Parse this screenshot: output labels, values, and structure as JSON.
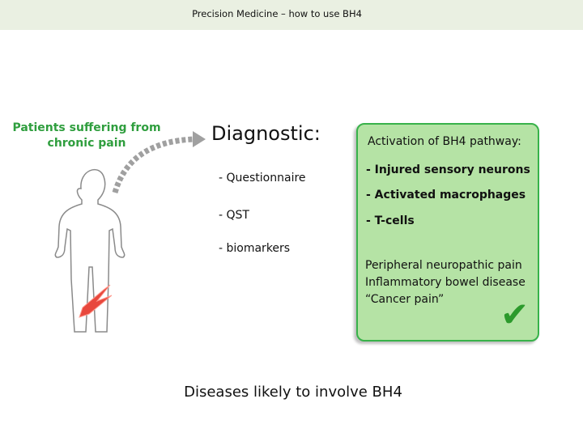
{
  "header": {
    "title": "Precision Medicine – how to use BH4"
  },
  "patients": {
    "label": "Patients suffering from chronic pain"
  },
  "diagnostic": {
    "title": "Diagnostic:",
    "items": [
      "- Questionnaire",
      "- QST",
      "- biomarkers"
    ]
  },
  "activation": {
    "title": "Activation of BH4 pathway:",
    "items": [
      "- Injured sensory neurons",
      "- Activated macrophages",
      "- T-cells"
    ],
    "diseases": [
      "Peripheral neuropathic pain",
      "Inflammatory bowel disease",
      "“Cancer pain”"
    ]
  },
  "footer": {
    "caption": "Diseases likely to involve BH4"
  },
  "colors": {
    "accent_green": "#2f9e3e",
    "box_fill": "#b5e3a5",
    "box_border": "#38b24a",
    "pain_red": "#e8483d"
  }
}
